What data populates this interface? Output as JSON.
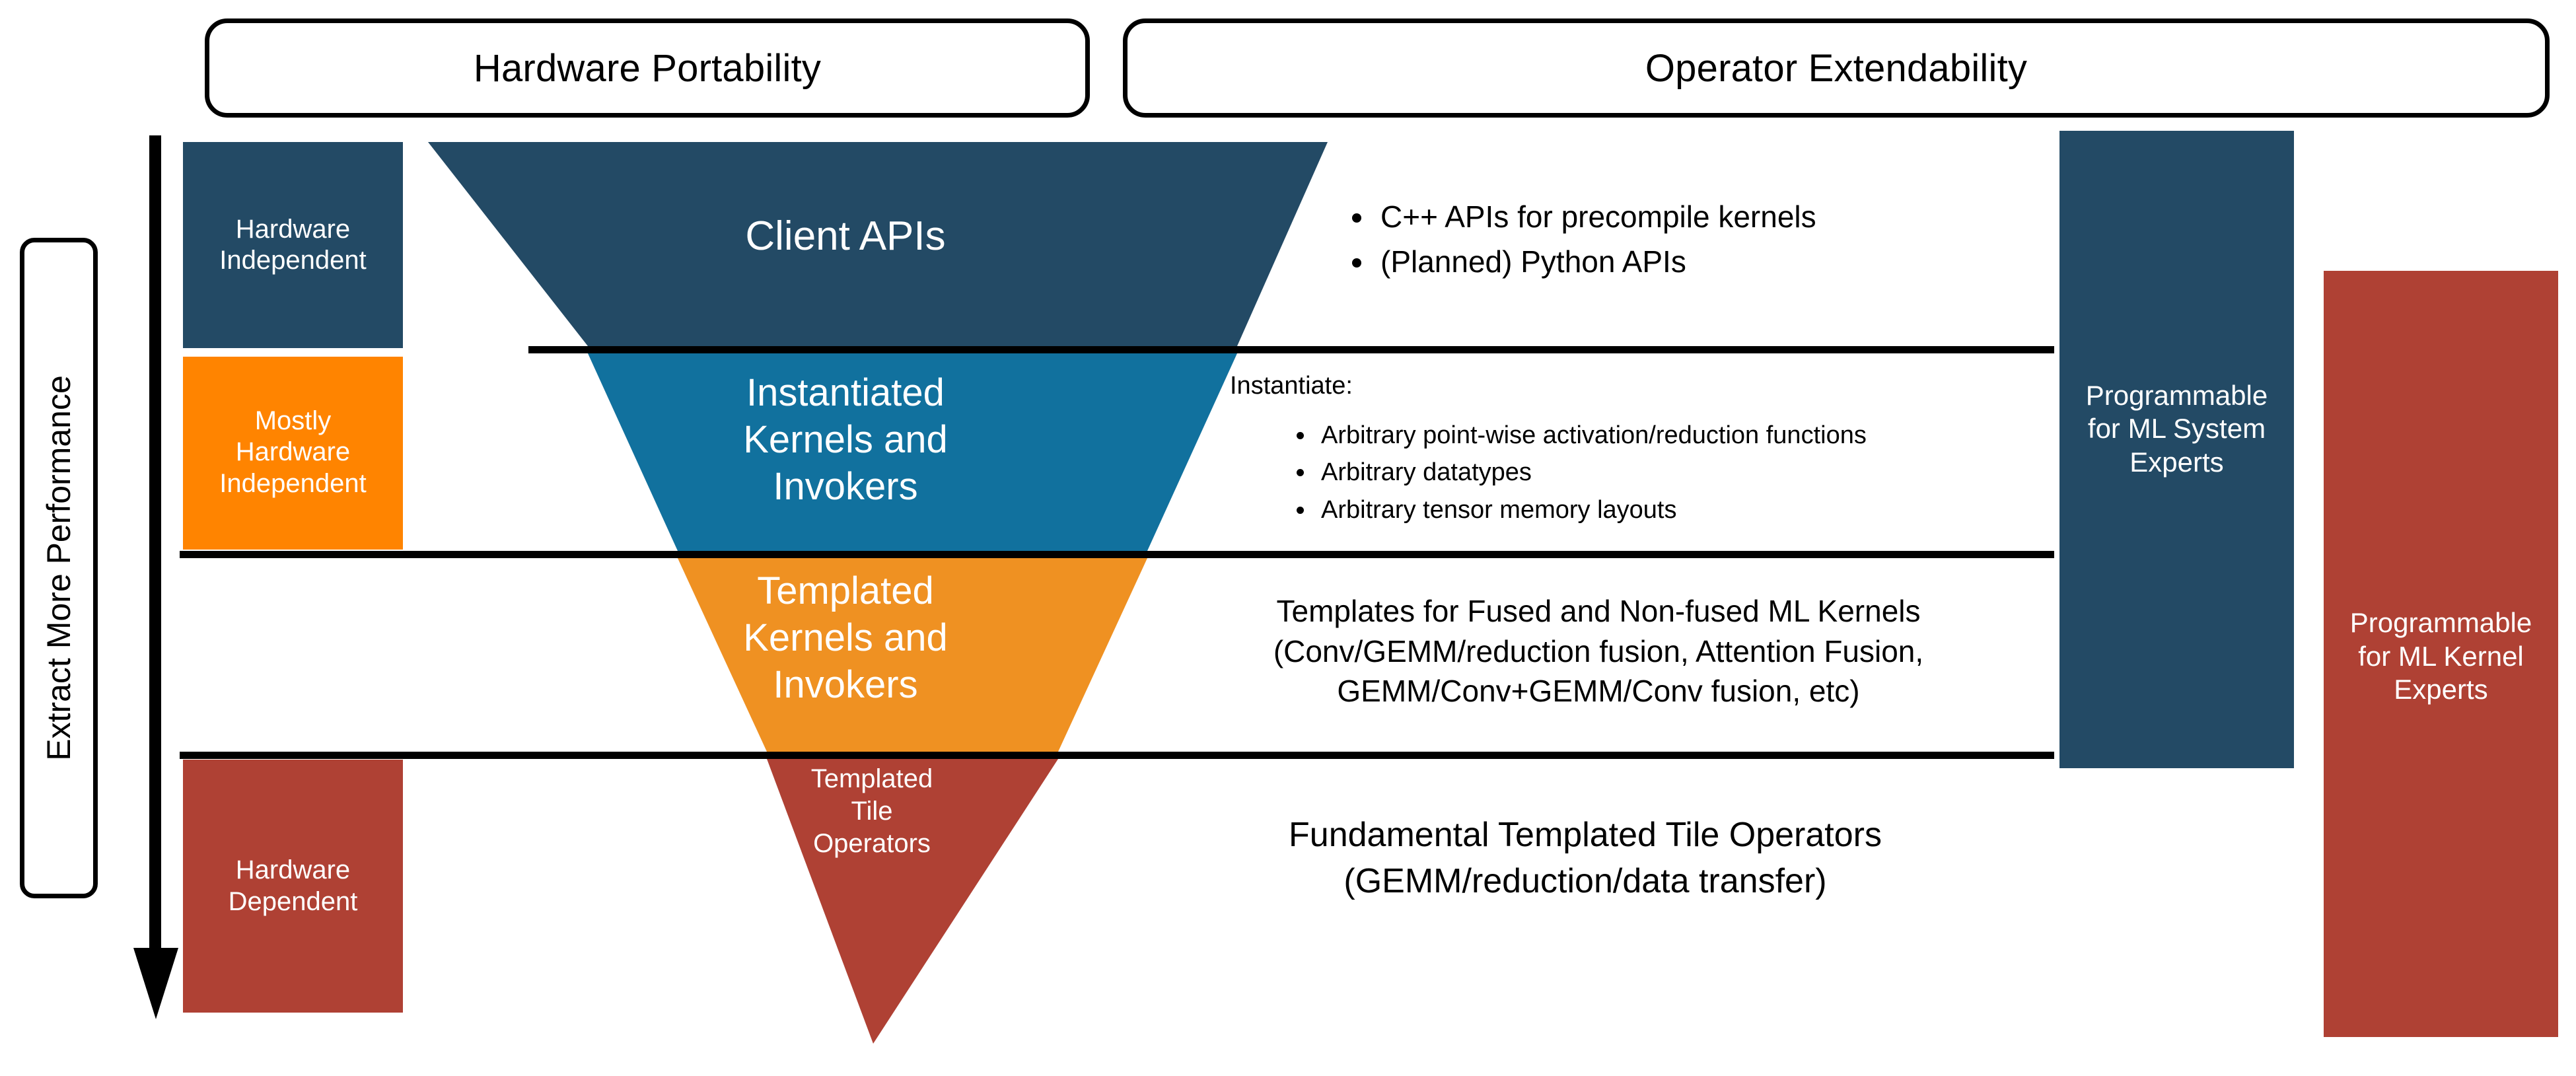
{
  "headers": {
    "hardware_portability": "Hardware Portability",
    "operator_extendability": "Operator Extendability"
  },
  "axis": {
    "performance_label": "Extract More Performance",
    "arrow_icon": "down-arrow-icon",
    "direction": "down"
  },
  "left_categories": [
    {
      "id": "hardware-independent",
      "label": "Hardware\nIndependent",
      "color": "#234A65"
    },
    {
      "id": "mostly-hardware-independent",
      "label": "Mostly\nHardware\nIndependent",
      "color": "#FF8400"
    },
    {
      "id": "hardware-dependent",
      "label": "Hardware\nDependent",
      "color": "#AF4134"
    }
  ],
  "funnel_layers": [
    {
      "id": "client-apis",
      "label": "Client APIs",
      "color": "#234A65"
    },
    {
      "id": "instantiated",
      "label": "Instantiated\nKernels and\nInvokers",
      "color": "#11719E"
    },
    {
      "id": "templated-kernels",
      "label": "Templated\nKernels and\nInvokers",
      "color": "#EF9122"
    },
    {
      "id": "templated-tile",
      "label": "Templated\nTile\nOperators",
      "color": "#AF4134"
    }
  ],
  "descriptions": {
    "client_apis_bullets": [
      "C++ APIs for precompile kernels",
      "(Planned) Python APIs"
    ],
    "instantiate_lead": "Instantiate:",
    "instantiate_bullets": [
      "Arbitrary point-wise activation/reduction functions",
      "Arbitrary datatypes",
      "Arbitrary tensor memory layouts"
    ],
    "templates_line_1": "Templates for Fused and Non-fused ML Kernels",
    "templates_line_2": "(Conv/GEMM/reduction fusion, Attention Fusion,",
    "templates_line_3": "GEMM/Conv+GEMM/Conv fusion, etc)",
    "fundamental_line_1": "Fundamental Templated Tile Operators",
    "fundamental_line_2": "(GEMM/reduction/data transfer)"
  },
  "right_bars": [
    {
      "id": "programmable-ml-system-experts",
      "label": "Programmable\nfor ML System\nExperts",
      "color": "#234A65"
    },
    {
      "id": "programmable-ml-kernel-experts",
      "label": "Programmable\nfor ML Kernel\nExperts",
      "color": "#AF4134"
    }
  ],
  "colors": {
    "navy": "#234A65",
    "blue": "#11719E",
    "orange_bar": "#FF8400",
    "orange_funnel": "#EF9122",
    "red": "#AF4134",
    "line": "#000000",
    "background": "#FFFFFF"
  }
}
